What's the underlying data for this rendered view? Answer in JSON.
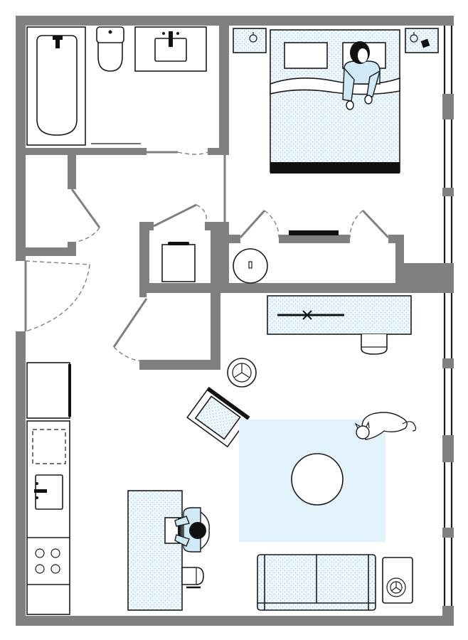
{
  "colors": {
    "wall": "#808080",
    "outline": "#1a1a1a",
    "rug": "#e3f3fb",
    "shirt": "#cfe9f7",
    "fabric_dots": "#a8cfe6"
  },
  "rooms": [
    "bathroom",
    "bedroom",
    "hall-closet",
    "laundry-closet",
    "coat-closet",
    "bedroom-closet",
    "kitchen",
    "living-room"
  ],
  "furniture": [
    "bathtub",
    "toilet",
    "bathroom-sink",
    "bed",
    "nightstand-left",
    "nightstand-right",
    "person-sleeping",
    "washer",
    "water-heater",
    "dresser",
    "desk",
    "desk-stool",
    "fridge",
    "kitchen-sink",
    "stove",
    "dining-table",
    "person-working",
    "laptop",
    "bar-stool",
    "armchair",
    "side-table",
    "rug",
    "coffee-table",
    "cat",
    "sofa",
    "sofa-side-table"
  ]
}
